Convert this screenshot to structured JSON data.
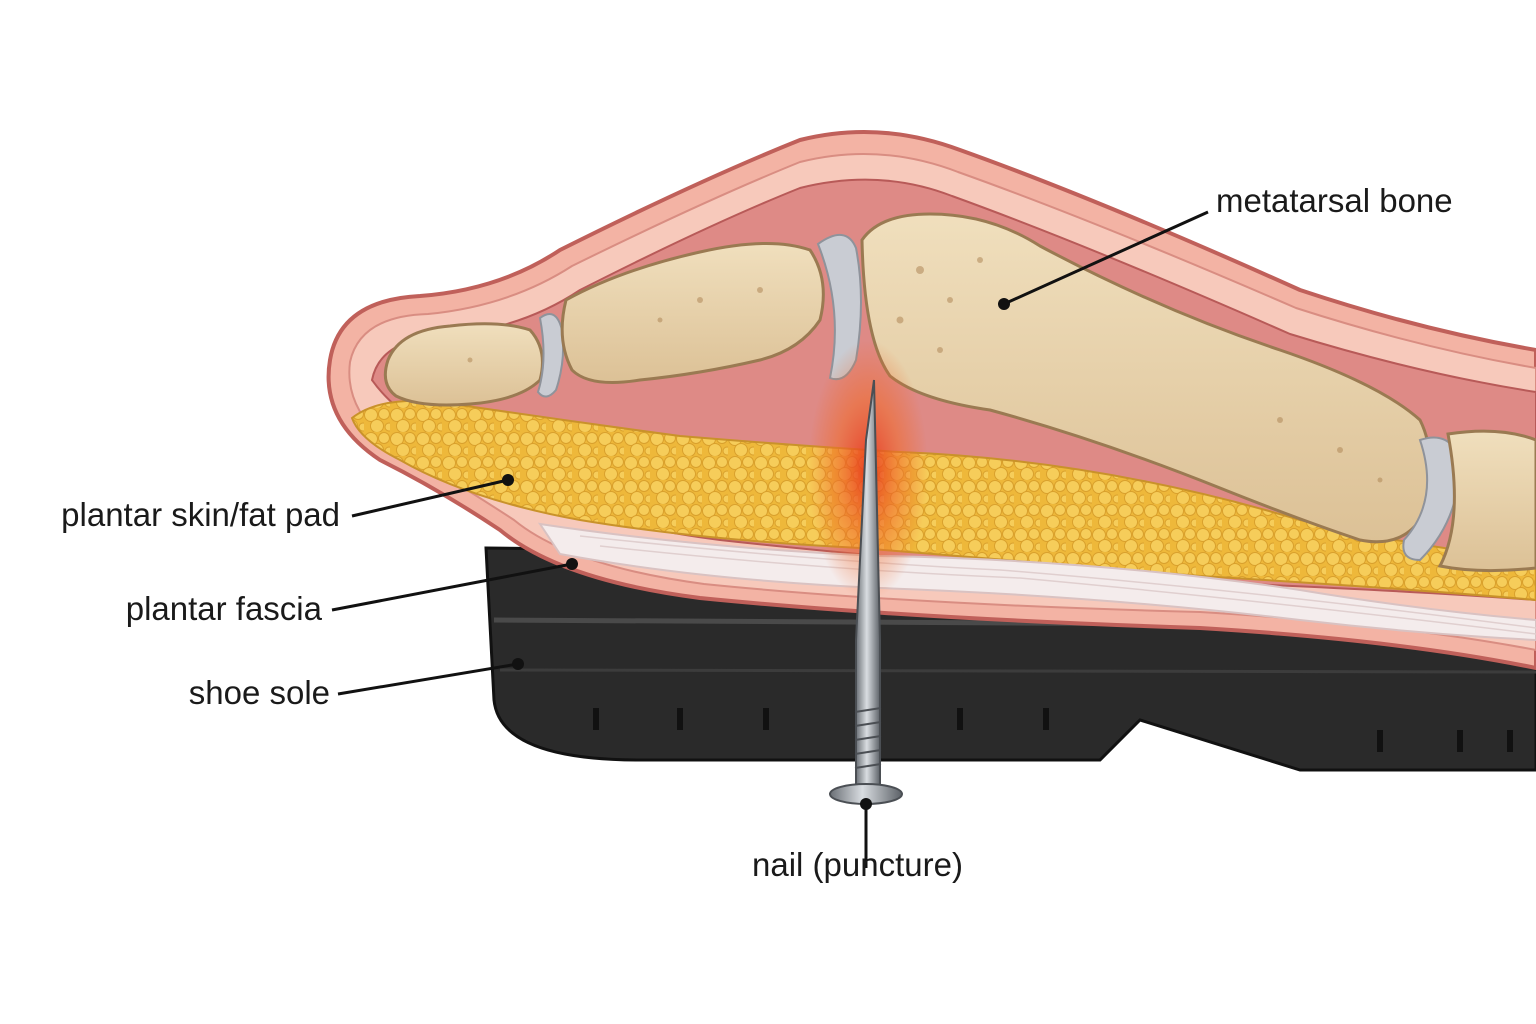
{
  "labels": {
    "metatarsal": "metatarsal bone",
    "skin_fat_pad": "plantar skin/fat pad",
    "fascia": "plantar fascia",
    "sole": "shoe sole",
    "nail": "nail (puncture)"
  },
  "colors": {
    "skin": "#f3b3a4",
    "skin_edge": "#c0605a",
    "muscle": "#d8787a",
    "bone": "#e9d3ad",
    "cartilage": "#c9ccd3",
    "fat": "#f2c24a",
    "fascia": "#f4ecec",
    "sole": "#2e2e2e",
    "nail": "#9aa0a6",
    "inflammation": "#e8301c"
  }
}
